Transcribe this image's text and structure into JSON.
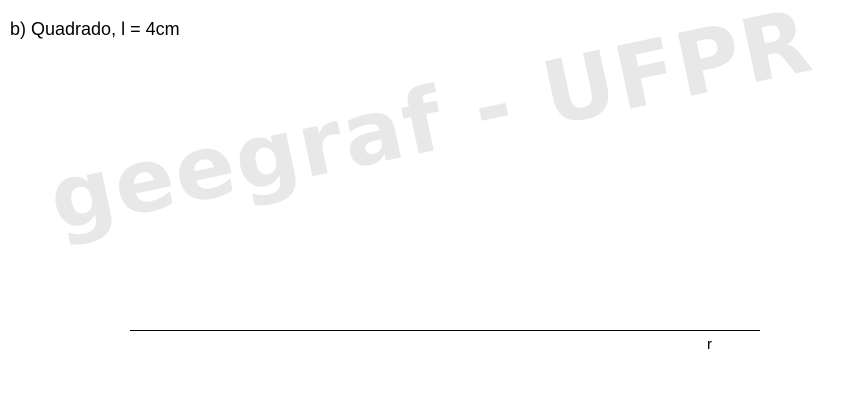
{
  "document": {
    "exercise_title": "b) Quadrado, l = 4cm",
    "line_label": "r",
    "watermark_text": "geegraf - UFPR"
  },
  "colors": {
    "text": "#000000",
    "watermark": "#e8e8e8",
    "background": "#ffffff"
  }
}
